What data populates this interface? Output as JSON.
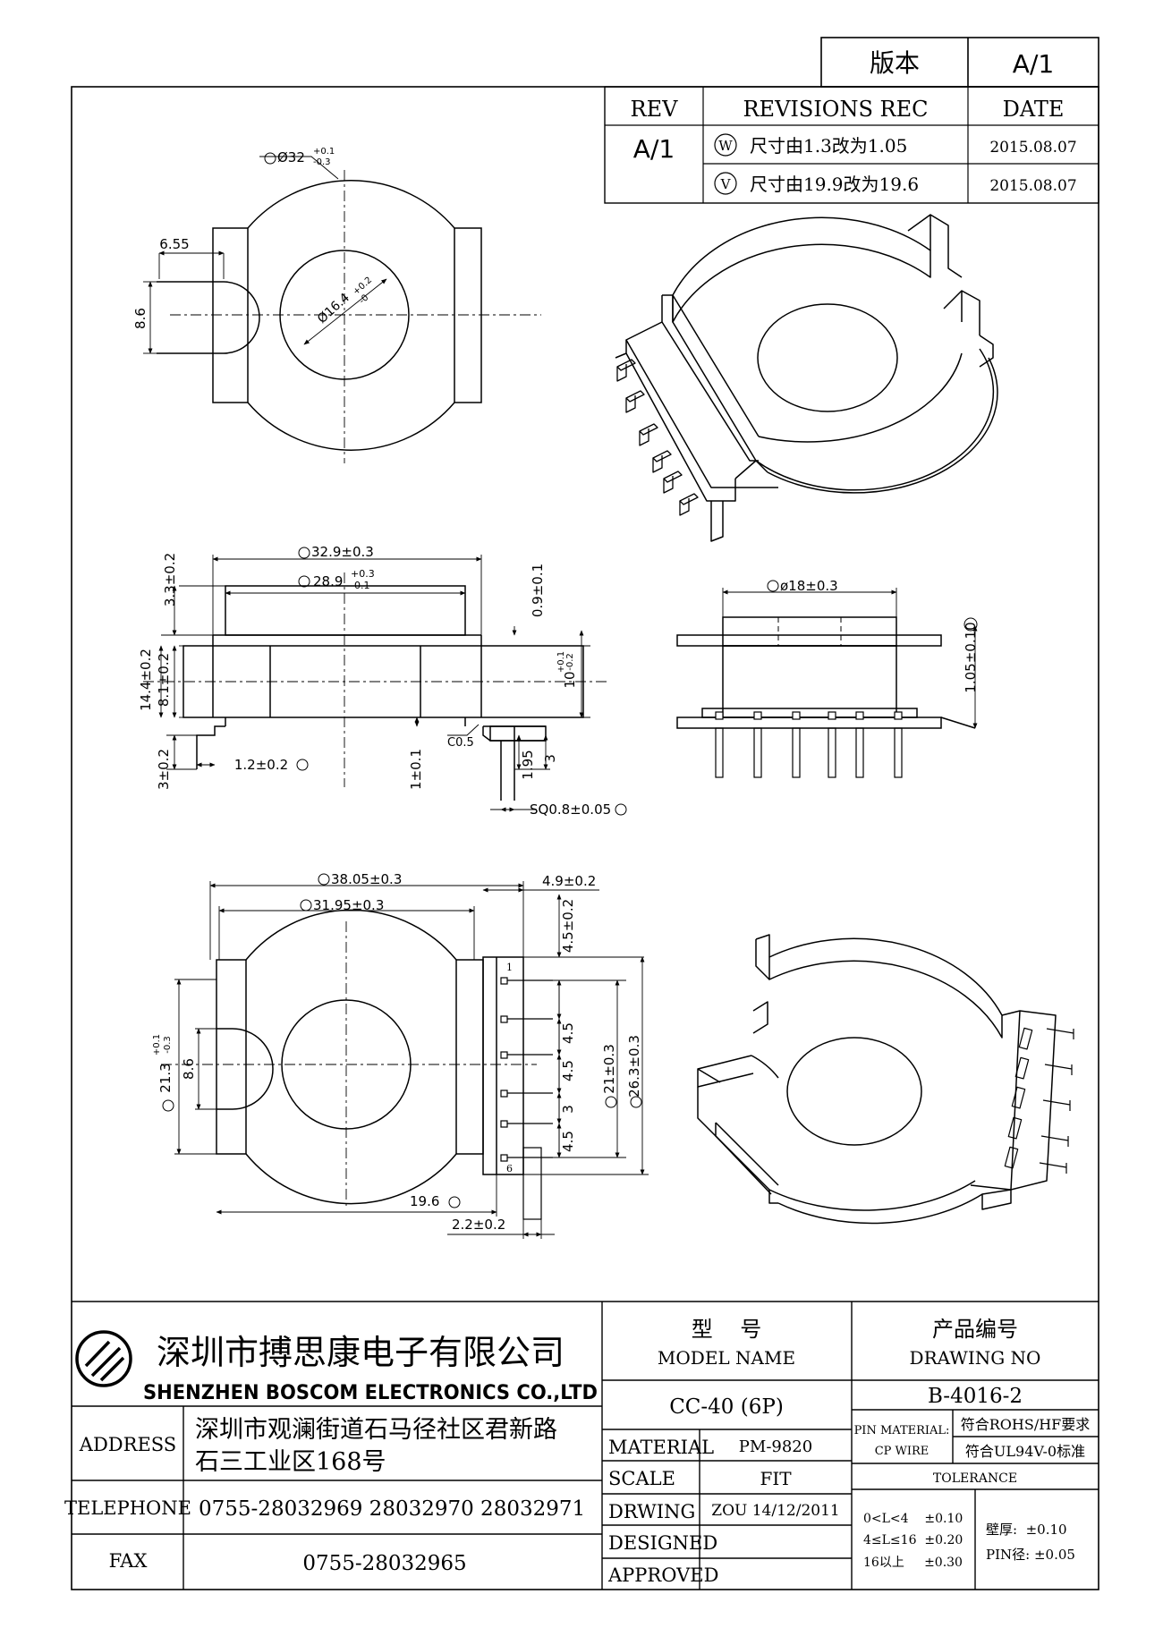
{
  "version": {
    "label": "版本",
    "value": "A/1"
  },
  "revisions": {
    "headers": {
      "rev": "REV",
      "rec": "REVISIONS REC",
      "date": "DATE"
    },
    "rev_value": "A/1",
    "rows": [
      {
        "mark": "W",
        "text": "尺寸由1.3改为1.05",
        "date": "2015.08.07"
      },
      {
        "mark": "V",
        "text": "尺寸由19.9改为19.6",
        "date": "2015.08.07"
      }
    ]
  },
  "dims": {
    "top_dia": "Ø32",
    "top_dia_tol_up": "+0.1",
    "top_dia_tol_dn": "-0.3",
    "tab_w": "6.55",
    "tab_h": "8.6",
    "hole_dia": "Ø16.4",
    "hole_tol_up": "+0.2",
    "hole_tol_dn": "-0",
    "c_dim": "32.9±0.3",
    "d_dim": "28.9",
    "d_tol_up": "+0.3",
    "d_tol_dn": "-0.1",
    "e_dim": "0.9±0.1",
    "h33": "3.3±0.2",
    "h144": "14.4±0.2",
    "h81": "8.1±0.2",
    "h10": "10",
    "h10_up": "+0.1",
    "h10_dn": "-0.2",
    "h3_left": "3±0.2",
    "w12": "1.2±0.2",
    "k1": "1±0.1",
    "c05": "C0.5",
    "d195": "1.95",
    "d3": "3",
    "sq08": "SQ0.8±0.05",
    "n18": "ø18±0.3",
    "w105": "1.05±0.10",
    "b3805": "38.05±0.3",
    "b3195": "31.95±0.3",
    "b49": "4.9±0.2",
    "b45top": "4.5±0.2",
    "b213": "21.3",
    "b213_up": "+0.1",
    "b213_dn": "-0.3",
    "b86": "8.6",
    "p45a": "4.5",
    "p45b": "4.5",
    "p3": "3",
    "p45c": "4.5",
    "b21": "21±0.3",
    "b263": "26.3±0.3",
    "b196": "19.6",
    "b22": "2.2±0.2",
    "pin1": "1",
    "pin6": "6"
  },
  "company": {
    "name_cn": "深圳市搏思康电子有限公司",
    "name_en": "SHENZHEN BOSCOM ELECTRONICS CO.,LTD"
  },
  "contact": {
    "address_label": "ADDRESS",
    "address_line1": "深圳市观澜街道石马径社区君新路",
    "address_line2": "石三工业区168号",
    "telephone_label": "TELEPHONE",
    "telephone": "0755-28032969 28032970 28032971",
    "fax_label": "FAX",
    "fax": "0755-28032965"
  },
  "model": {
    "label_cn": "型    号",
    "label_en": "MODEL NAME",
    "value": "CC-40 (6P)"
  },
  "drawing_no": {
    "label_cn": "产品编号",
    "label_en": "DRAWING NO",
    "value": "B-4016-2"
  },
  "specs": {
    "material_label": "MATERIAL",
    "material": "PM-9820",
    "scale_label": "SCALE",
    "scale": "FIT",
    "drwing_label": "DRWING",
    "drwing": "ZOU 14/12/2011",
    "designed_label": "DESIGNED",
    "approved_label": "APPROVED"
  },
  "pin_material": {
    "label1": "PIN MATERIAL:",
    "label2": "CP WIRE",
    "rohs": "符合ROHS/HF要求",
    "ul": "符合UL94V-0标准"
  },
  "tolerance": {
    "label": "TOLERANCE",
    "r1": "0<L<4    ±0.10",
    "r2": "4≤L≤16  ±0.20",
    "r3": "16以上     ±0.30",
    "wall": "壁厚:  ±0.10",
    "pin": "PIN径: ±0.05"
  }
}
